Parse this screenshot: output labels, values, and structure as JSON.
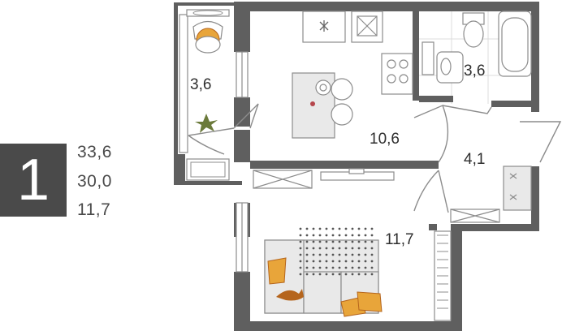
{
  "apartment": {
    "rooms_count": "1",
    "total_area": "33,6",
    "living_area": "30,0",
    "room_area": "11,7"
  },
  "rooms": {
    "balcony": "3,6",
    "kitchen": "10,6",
    "bathroom": "3,6",
    "hallway": "4,1",
    "bedroom": "11,7"
  },
  "colors": {
    "wall": "#5f5f5f",
    "badge": "#4a4a4a",
    "fixture_stroke": "#8c8c8c",
    "furniture_fill": "#e9e9e9",
    "accent_orange": "#e8a53a",
    "accent_brown": "#b5651d",
    "plant": "#6b7a3a"
  }
}
